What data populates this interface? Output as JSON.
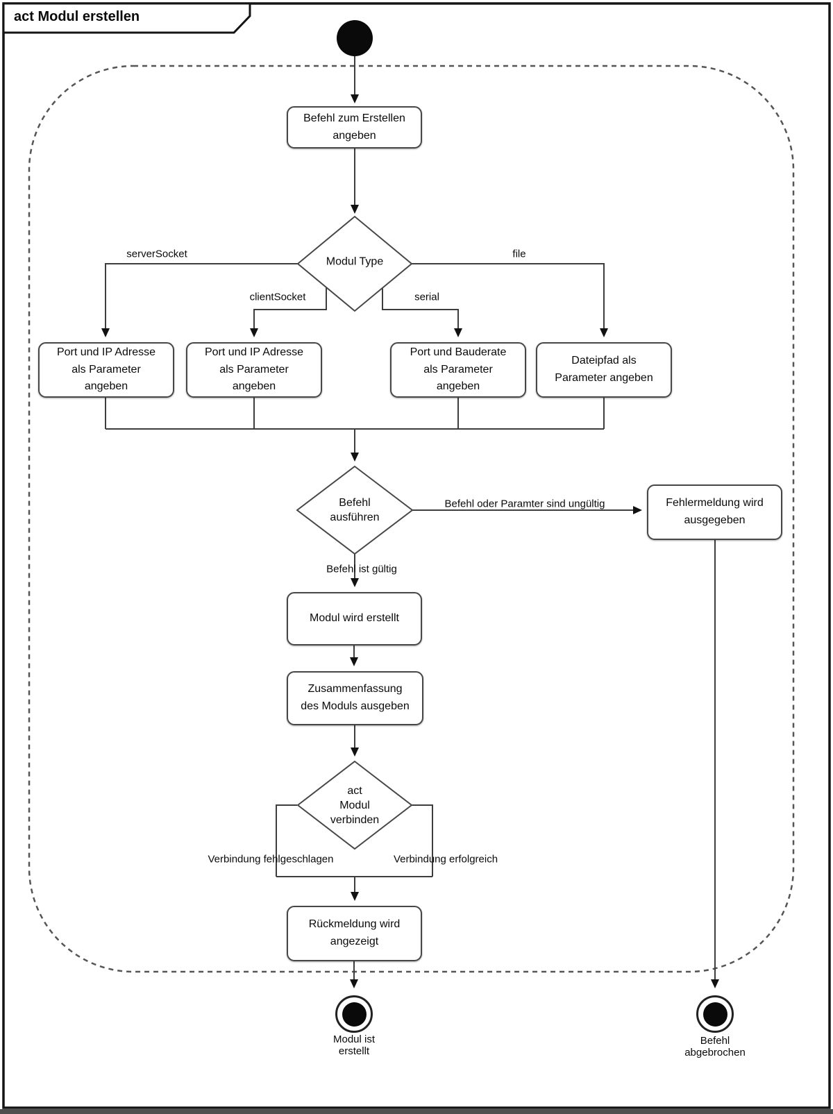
{
  "frame": {
    "title": "act Modul erstellen"
  },
  "colors": {
    "line": "#3d3d3d",
    "node_border": "#474747",
    "node_fill": "#ffffff",
    "text": "#0a0a0a",
    "boundary": "#555555"
  },
  "nodes": {
    "start": {
      "type": "initial-node"
    },
    "befehl_erstellen": {
      "label": "Befehl zum Erstellen\nangeben"
    },
    "modul_type": {
      "label": "Modul Type"
    },
    "port_ip_1": {
      "label": "Port und IP Adresse\nals Parameter\nangeben"
    },
    "port_ip_2": {
      "label": "Port und IP Adresse\nals Parameter\nangeben"
    },
    "port_baud": {
      "label": "Port und Bauderate\nals Parameter\nangeben"
    },
    "dateipfad": {
      "label": "Dateipfad als\nParameter angeben"
    },
    "befehl_ausfuehren": {
      "label": "Befehl\nausführen"
    },
    "fehlermeldung": {
      "label": "Fehlermeldung wird\nausgegeben"
    },
    "modul_wird_erstellt": {
      "label": "Modul wird erstellt"
    },
    "zusammenfassung": {
      "label": "Zusammenfassung\ndes Moduls ausgeben"
    },
    "modul_verbinden": {
      "label": "act\nModul\nverbinden"
    },
    "rueckmeldung": {
      "label": "Rückmeldung wird\nangezeigt"
    },
    "final_modul": {
      "label": "Modul ist\nerstellt"
    },
    "final_befehl": {
      "label": "Befehl\nabgebrochen"
    }
  },
  "edge_labels": {
    "server_socket": "serverSocket",
    "client_socket": "clientSocket",
    "serial": "serial",
    "file": "file",
    "invalid": "Befehl oder Paramter sind ungültig",
    "valid": "Befehl ist gültig",
    "conn_failed": "Verbindung fehlgeschlagen",
    "conn_success": "Verbindung erfolgreich"
  }
}
